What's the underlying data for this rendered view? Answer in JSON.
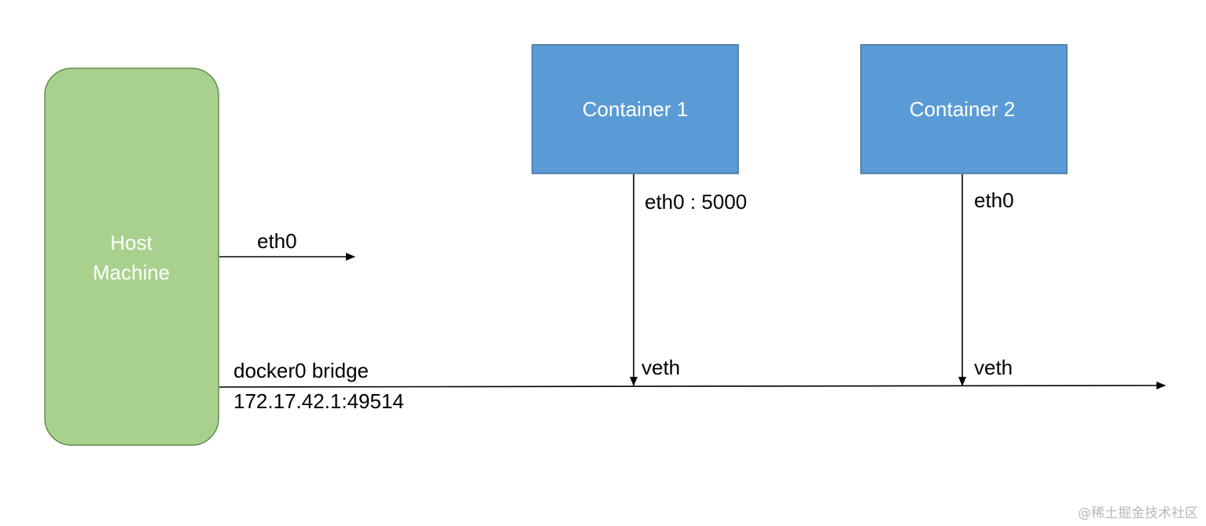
{
  "colors": {
    "host_fill": "#a9d18e",
    "host_stroke": "#5f8f4e",
    "container_fill": "#5b9bd5",
    "container_stroke": "#41719c",
    "line": "#000000",
    "watermark": "#b8b8b8"
  },
  "nodes": {
    "host": {
      "line1": "Host",
      "line2": "Machine"
    },
    "container1": {
      "label": "Container 1"
    },
    "container2": {
      "label": "Container 2"
    }
  },
  "edges": {
    "host_eth0": "eth0",
    "container1_eth0": "eth0 : 5000",
    "container2_eth0": "eth0",
    "container1_veth": "veth",
    "container2_veth": "veth",
    "bridge_name": "docker0 bridge",
    "bridge_address": "172.17.42.1:49514"
  },
  "watermark": "@稀土掘金技术社区"
}
